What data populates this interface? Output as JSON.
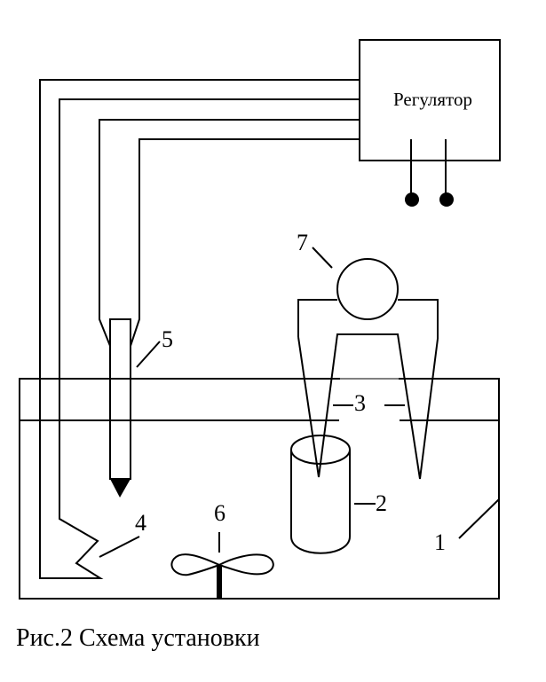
{
  "figure": {
    "caption": "Рис.2 Схема установки",
    "regulator_label": "Регулятор",
    "labels": {
      "bath": "1",
      "vessel": "2",
      "level": "3",
      "heater": "4",
      "thermometer": "5",
      "stirrer": "6",
      "meter": "7"
    },
    "colors": {
      "stroke": "#000000",
      "background": "#ffffff"
    }
  }
}
